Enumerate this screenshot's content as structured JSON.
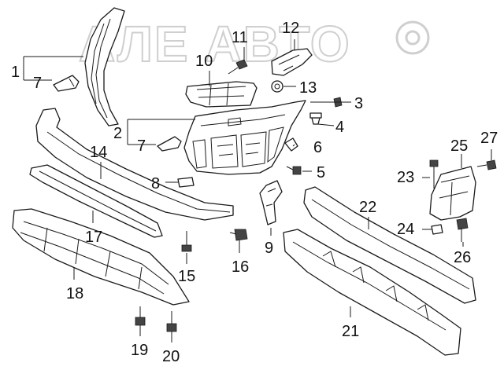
{
  "watermark": {
    "text": "АЛЕ АВТО"
  },
  "callouts": [
    {
      "id": "1",
      "label": "1"
    },
    {
      "id": "2",
      "label": "2"
    },
    {
      "id": "3",
      "label": "3"
    },
    {
      "id": "4",
      "label": "4"
    },
    {
      "id": "5",
      "label": "5"
    },
    {
      "id": "6",
      "label": "6"
    },
    {
      "id": "7a",
      "label": "7"
    },
    {
      "id": "7b",
      "label": "7"
    },
    {
      "id": "8",
      "label": "8"
    },
    {
      "id": "9",
      "label": "9"
    },
    {
      "id": "10",
      "label": "10"
    },
    {
      "id": "11",
      "label": "11"
    },
    {
      "id": "12",
      "label": "12"
    },
    {
      "id": "13",
      "label": "13"
    },
    {
      "id": "14",
      "label": "14"
    },
    {
      "id": "15",
      "label": "15"
    },
    {
      "id": "16",
      "label": "16"
    },
    {
      "id": "17",
      "label": "17"
    },
    {
      "id": "18",
      "label": "18"
    },
    {
      "id": "19",
      "label": "19"
    },
    {
      "id": "20",
      "label": "20"
    },
    {
      "id": "21",
      "label": "21"
    },
    {
      "id": "22",
      "label": "22"
    },
    {
      "id": "23",
      "label": "23"
    },
    {
      "id": "24",
      "label": "24"
    },
    {
      "id": "25",
      "label": "25"
    },
    {
      "id": "26",
      "label": "26"
    },
    {
      "id": "27",
      "label": "27"
    }
  ]
}
